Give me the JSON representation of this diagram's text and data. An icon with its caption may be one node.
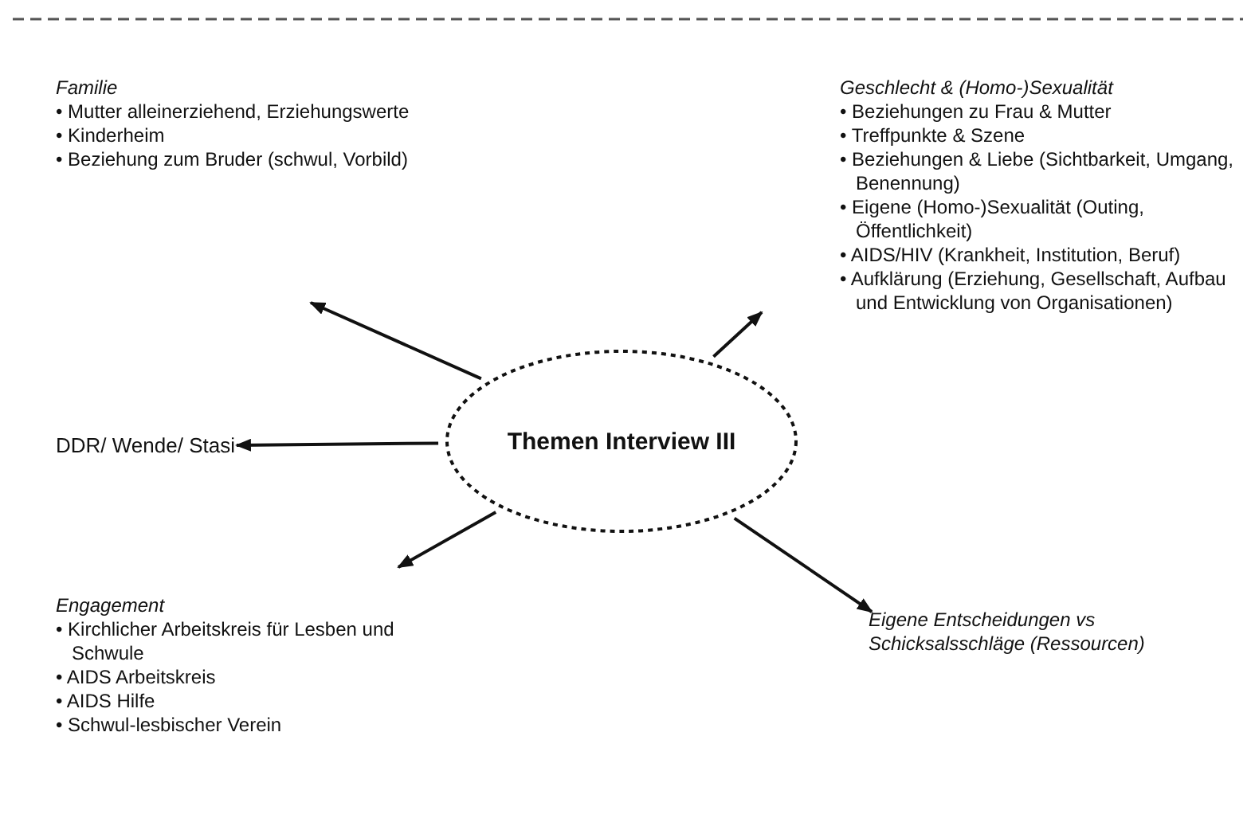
{
  "diagram": {
    "nodes": [
      {
        "text": [
          "Themen Interview III"
        ]
      },
      {
        "text": [
          "Familie",
          "• Mutter alleinerziehend, Erziehungswerte",
          "• Kinderheim",
          "• Beziehung zum Bruder (schwul, Vorbild)"
        ]
      },
      {
        "text": [
          "Geschlecht & (Homo-)Sexualität",
          "• Beziehungen zu Frau & Mutter",
          "• Treffpunkte & Szene",
          "• Beziehungen & Liebe (Sichtbarkeit, Umgang, Benennung)",
          "• Eigene (Homo-)Sexualität (Outing, Öffentlichkeit)",
          "• AIDS/HIV (Krankheit, Institution, Beruf)",
          "• Aufklärung (Erziehung, Gesellschaft, Aufbau und Entwicklung von Organisationen)"
        ]
      },
      {
        "text": [
          "DDR/ Wende/ Stasi"
        ]
      },
      {
        "text": [
          "Engagement",
          "• Kirchlicher Arbeitskreis für Lesben und Schwule",
          "• AIDS Arbeitskreis",
          "• AIDS Hilfe",
          "• Schwul-lesbischer Verein"
        ]
      },
      {
        "text": [
          "Eigene Entscheidungen vs Schicksalsschläge (Ressourcen)"
        ]
      }
    ],
    "edges": [
      {
        "from": 0,
        "to": 1,
        "arrow": "to"
      },
      {
        "from": 0,
        "to": 2,
        "arrow": "to"
      },
      {
        "from": 0,
        "to": 3,
        "arrow": "to"
      },
      {
        "from": 0,
        "to": 4,
        "arrow": "to"
      },
      {
        "from": 0,
        "to": 5,
        "arrow": "to"
      }
    ]
  }
}
